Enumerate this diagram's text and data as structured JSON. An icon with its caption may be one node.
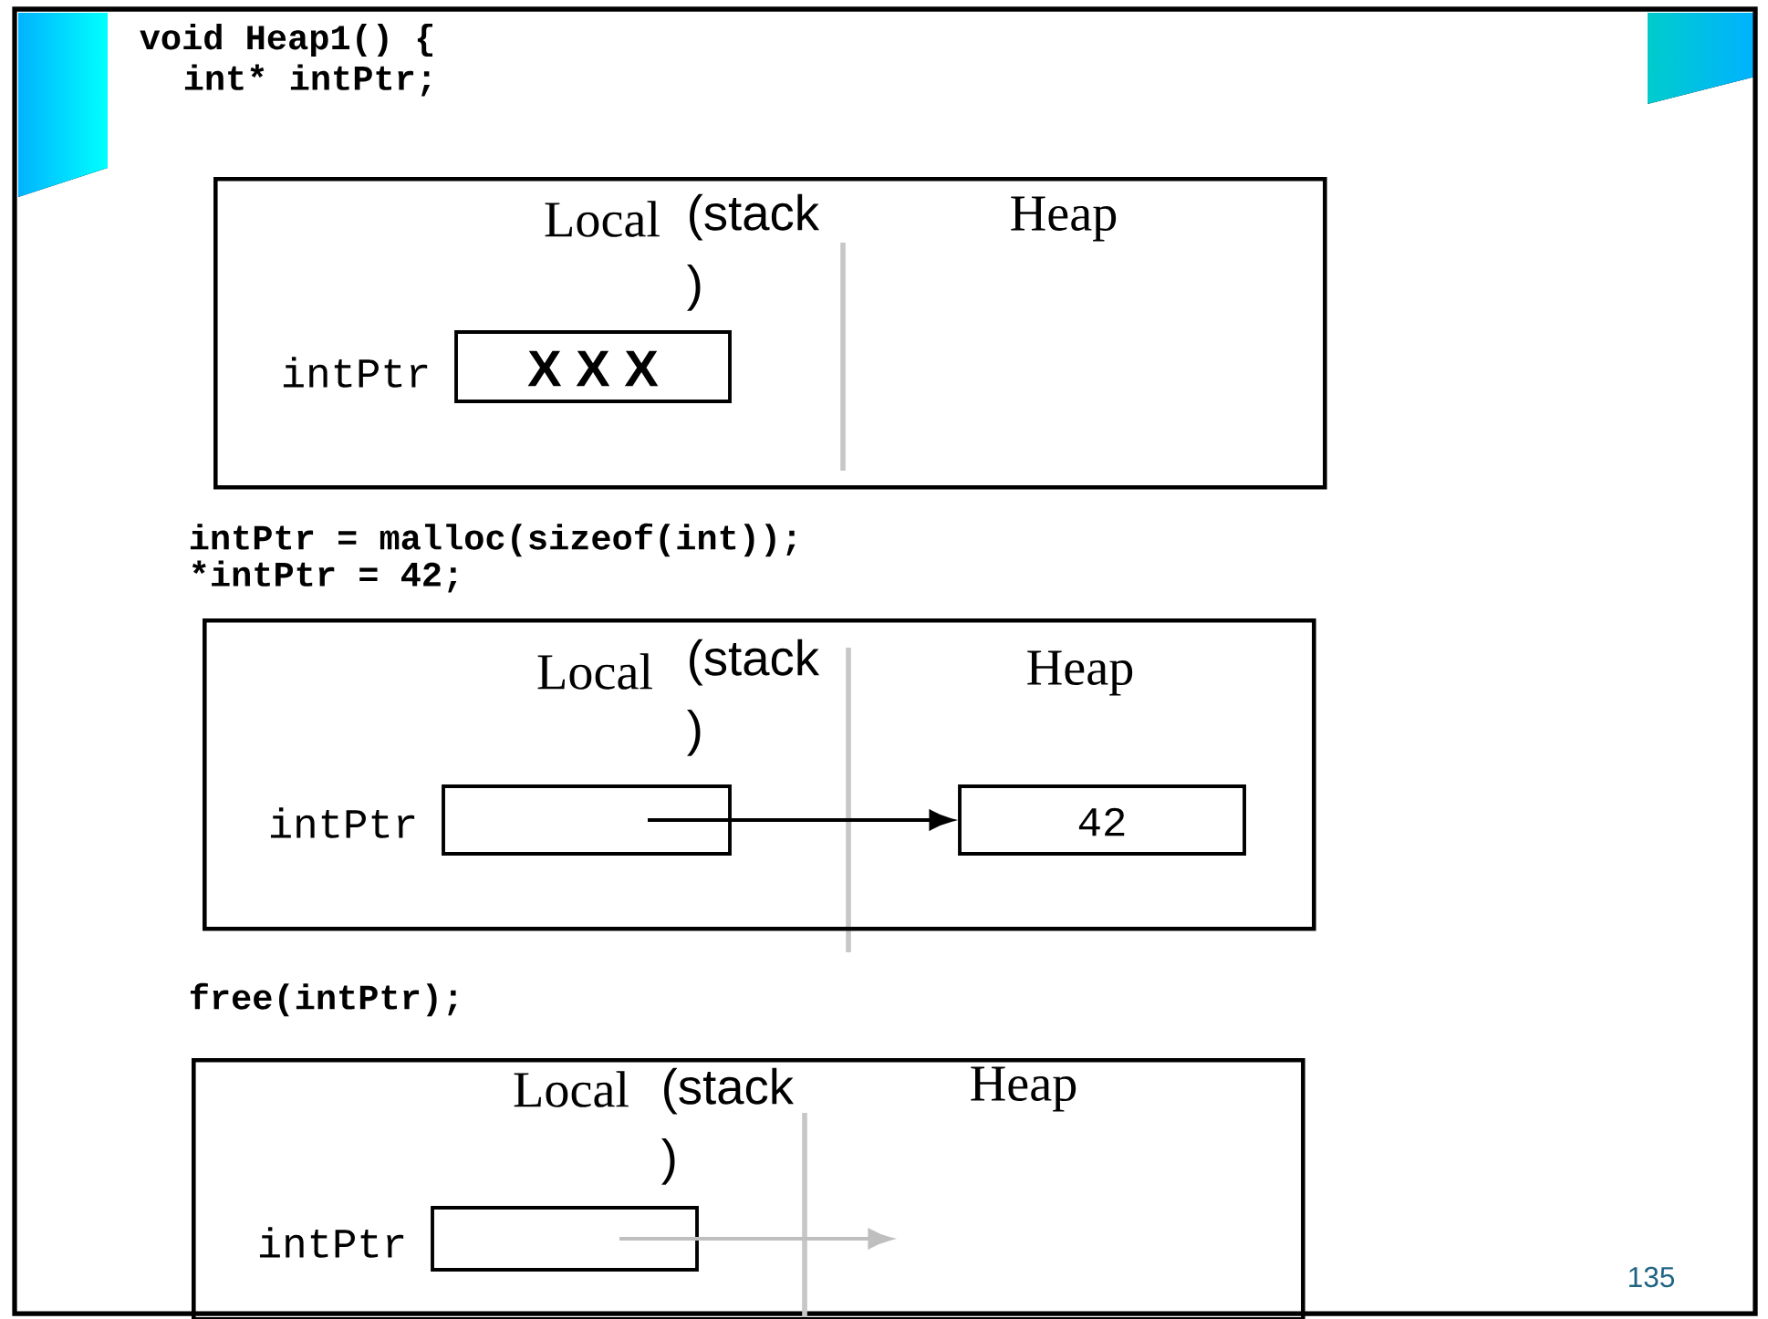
{
  "diagram": {
    "nodes": [
      {
        "text": [
          "Local",
          "(stack )",
          "Heap"
        ]
      },
      {
        "text": [
          "X X X"
        ],
        "beside": [
          "intPtr"
        ],
        "in": 0
      },
      {
        "text": [
          "Local",
          "(stack )",
          "Heap"
        ]
      },
      {
        "text": [],
        "shape": "box",
        "beside": [
          "intPtr"
        ],
        "in": 2
      },
      {
        "text": [
          "42"
        ],
        "in": 2
      },
      {
        "text": [
          "Local",
          "(stack )",
          "Heap"
        ]
      },
      {
        "text": [],
        "shape": "box",
        "beside": [
          "intPtr"
        ],
        "in": 5
      }
    ],
    "edges": [
      {
        "from": 3,
        "to": 4,
        "arrow": "to"
      },
      {
        "from": 6,
        "to": null,
        "arrow": "to",
        "color": "#bfbfbf"
      }
    ],
    "labels": [
      "void Heap1() {",
      "int* intPtr;",
      "intPtr = malloc(sizeof(int));",
      "*intPtr = 42;",
      "free(intPtr);",
      "135"
    ]
  }
}
